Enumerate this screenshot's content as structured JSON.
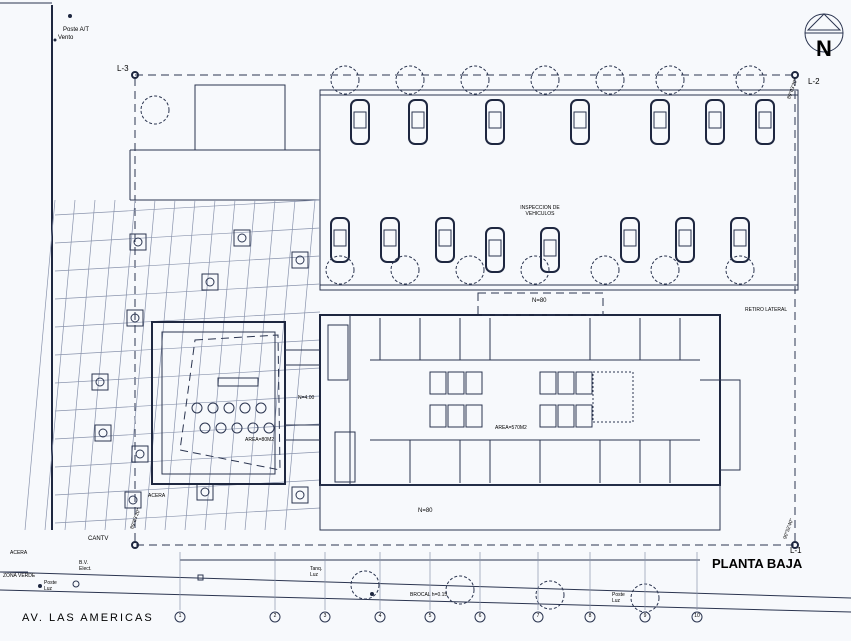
{
  "title": "PLANTA BAJA",
  "north": "N",
  "street": "AV. LAS AMERICAS",
  "labels": {
    "poste_at": "Poste A/T",
    "vento": "Vento",
    "l1": "L-1",
    "l2": "L-2",
    "l3": "L-3",
    "inspeccion": "INSPECCION DE VEHICULOS",
    "retiro": "RETIRO LATERAL",
    "n80_top": "N=80",
    "n80_bottom": "N=80",
    "n400": "N=4.00",
    "area_main": "AREA=570M2",
    "area_kiosk": "AREA=80M2",
    "acera_lot": "ACERA",
    "acera_street": "ACERA",
    "cantv": "CANTV",
    "zona_verde": "ZONA VERDE",
    "poste_luz_1": "Poste Luz",
    "poste_luz_2": "Poste Luz",
    "bv": "B.V. Elect.",
    "tanq": "Tanq. Luz",
    "brocal": "BROCAL h=0.15",
    "angle_1": "89°03'20\"",
    "angle_2": "89°03'20\"",
    "angle_3": "90°52'40\""
  },
  "axes": [
    "1",
    "2",
    "3",
    "4",
    "5",
    "6",
    "7",
    "8",
    "9",
    "10"
  ]
}
